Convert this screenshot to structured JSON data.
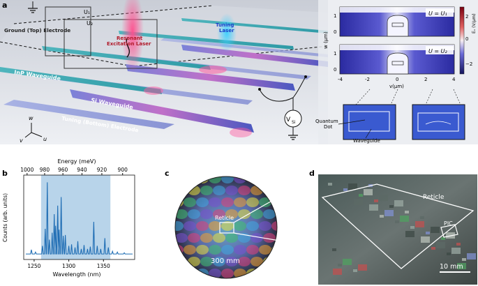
{
  "panel_labels": {
    "a": "a",
    "b": "b",
    "c": "c",
    "d": "d"
  },
  "panel_a": {
    "labels": {
      "ground_electrode": "Ground (Top) Electrode",
      "u1": "U₁",
      "u2": "U₂",
      "resonant_laser_1": "Resonant",
      "resonant_laser_2": "Excitation Laser",
      "tuning_laser_1": "Tuning",
      "tuning_laser_2": "Laser",
      "inp_waveguide": "InP Waveguide",
      "si_waveguide": "Si Waveguide",
      "tuning_electrode": "Tuning (Bottom) Electrode",
      "axis_w": "w",
      "axis_v": "v",
      "axis_u": "u",
      "voltage_source": "V",
      "voltage_sub": "Si",
      "quantum_dot_1": "Quantum",
      "quantum_dot_2": "Dot",
      "waveguide": "Waveguide"
    },
    "field_map": {
      "top_label": "U = U₁",
      "bottom_label": "U = U₂",
      "ylabel": "w (μm)",
      "xlabel": "v(μm)",
      "yticks_top": [
        "1",
        "0"
      ],
      "yticks_bottom": [
        "1",
        "0"
      ],
      "xticks": [
        "-4",
        "-2",
        "0",
        "2",
        "4"
      ],
      "colorbar_label": "Eᵤ (V/μm)",
      "colorbar_ticks": [
        "2",
        "0",
        "−2"
      ],
      "colorbar_colors": [
        "#8b0000",
        "#e05050",
        "#f8f0f0",
        "#6060d8",
        "#1a1a70"
      ]
    }
  },
  "chart_data": {
    "type": "line",
    "xlabel": "Wavelength (nm)",
    "ylabel": "Counts (arb. units)",
    "top_axis_label": "Energy (meV)",
    "xlim": [
      1235,
      1395
    ],
    "xticks": [
      "1250",
      "1300",
      "1350"
    ],
    "xtick_values": [
      1250,
      1300,
      1350
    ],
    "top_ticks": [
      "1000",
      "980",
      "960",
      "940",
      "920",
      "900"
    ],
    "top_tick_values": [
      1000,
      980,
      960,
      940,
      920,
      900
    ],
    "shaded_range": [
      1260,
      1360
    ],
    "line_color": "#1f6db4",
    "shade_color": "#b8d4ea",
    "peaks": [
      [
        1246,
        0.09
      ],
      [
        1252,
        0.06
      ],
      [
        1262,
        0.14
      ],
      [
        1266,
        0.36
      ],
      [
        1269,
        0.96
      ],
      [
        1272,
        0.22
      ],
      [
        1276,
        0.31
      ],
      [
        1279,
        0.55
      ],
      [
        1281,
        0.4
      ],
      [
        1284,
        0.66
      ],
      [
        1286,
        0.35
      ],
      [
        1289,
        0.77
      ],
      [
        1292,
        0.27
      ],
      [
        1295,
        0.28
      ],
      [
        1300,
        0.14
      ],
      [
        1304,
        0.16
      ],
      [
        1309,
        0.12
      ],
      [
        1313,
        0.2
      ],
      [
        1318,
        0.1
      ],
      [
        1322,
        0.15
      ],
      [
        1327,
        0.1
      ],
      [
        1331,
        0.13
      ],
      [
        1336,
        0.45
      ],
      [
        1341,
        0.14
      ],
      [
        1346,
        0.1
      ],
      [
        1352,
        0.24
      ],
      [
        1357,
        0.12
      ],
      [
        1363,
        0.07
      ],
      [
        1370,
        0.06
      ],
      [
        1380,
        0.05
      ]
    ]
  },
  "panel_c": {
    "reticle_label": "Reticle",
    "scale_label": "300 mm"
  },
  "panel_d": {
    "reticle_label": "Reticle",
    "pic_label": "PIC",
    "scale_label": "10 mm"
  }
}
